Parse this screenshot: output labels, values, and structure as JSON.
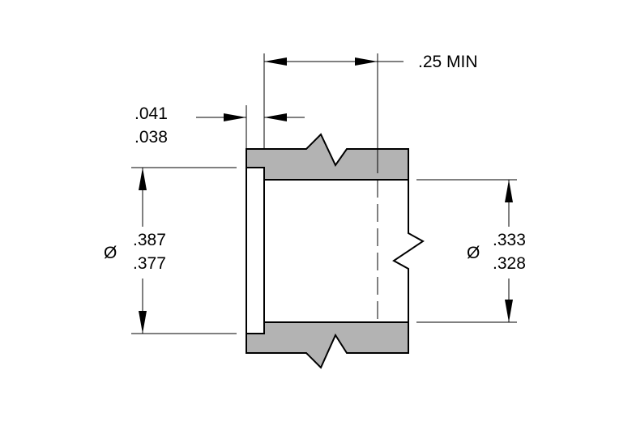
{
  "colors": {
    "section_fill": "#b3b3b3",
    "line": "#000000",
    "background": "#ffffff"
  },
  "dimensions": {
    "length_min": ".25 MIN",
    "flange_thickness_max": ".041",
    "flange_thickness_min": ".038",
    "outer_diameter_symbol": "Ø",
    "outer_diameter_max": ".387",
    "outer_diameter_min": ".377",
    "inner_diameter_symbol": "Ø",
    "inner_diameter_max": ".333",
    "inner_diameter_min": ".328"
  }
}
